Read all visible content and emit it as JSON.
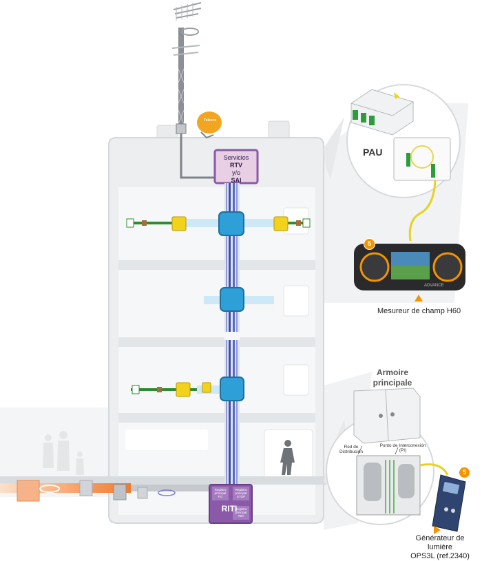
{
  "labels": {
    "pau": "PAU",
    "servicios_line1": "Servicios",
    "servicios_line2": "RTV",
    "servicios_line3": "y/o",
    "servicios_line4": "SAI",
    "riti": "RITI",
    "riti_sub1": "Registro principal FO",
    "riti_sub2": "Registro principal STOP",
    "riti_sub3": "Registro principal TBA",
    "meter_caption": "Mesureur de champ H60",
    "armoire": "Armoire principale",
    "red_dist": "Red de Distribución",
    "punto_inter": "Punto de Interconexión (PI)",
    "generator_line1": "Générateur de lumière",
    "generator_line2": "OPS3L (ref.2340)",
    "badge_meter": "5",
    "badge_generator": "5",
    "meter_brand": "ADVANCE",
    "dish_brand": "Televes"
  },
  "colors": {
    "building": "#eef0f2",
    "building_edge": "#d6dadf",
    "riser": "#3c4ea8",
    "splitter": "#2f9fd8",
    "tap": "#f2d21a",
    "coax_green": "#2e8b2e",
    "box_purple": "#8a5aa8",
    "orange_badge": "#f29400",
    "fiber_yellow": "#e8d21c"
  }
}
